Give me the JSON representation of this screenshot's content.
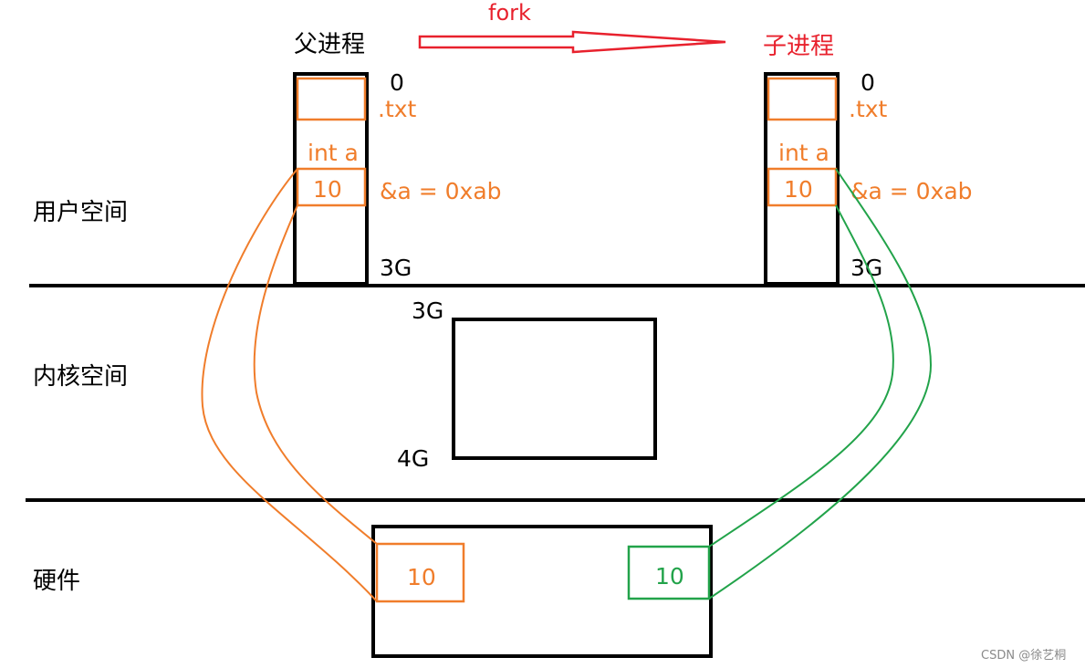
{
  "labels": {
    "fork": "fork",
    "parent": "父进程",
    "child": "子进程",
    "user_space": "用户空间",
    "kernel_space": "内核空间",
    "hardware": "硬件",
    "watermark": "CSDN @徐艺桐"
  },
  "parent_process": {
    "addr_top": "0",
    "file": ".txt",
    "var_name": "int a",
    "var_value": "10",
    "address": "&a = 0xab",
    "addr_bottom": "3G"
  },
  "child_process": {
    "addr_top": "0",
    "file": ".txt",
    "var_name": "int a",
    "var_value": "10",
    "address": "&a = 0xab",
    "addr_bottom": "3G"
  },
  "kernel": {
    "addr_top": "3G",
    "addr_bottom": "4G"
  },
  "hardware": {
    "parent_value": "10",
    "child_value": "10"
  },
  "colors": {
    "black": "#000000",
    "orange": "#f07d2b",
    "red": "#e8212d",
    "green": "#22a34a"
  }
}
